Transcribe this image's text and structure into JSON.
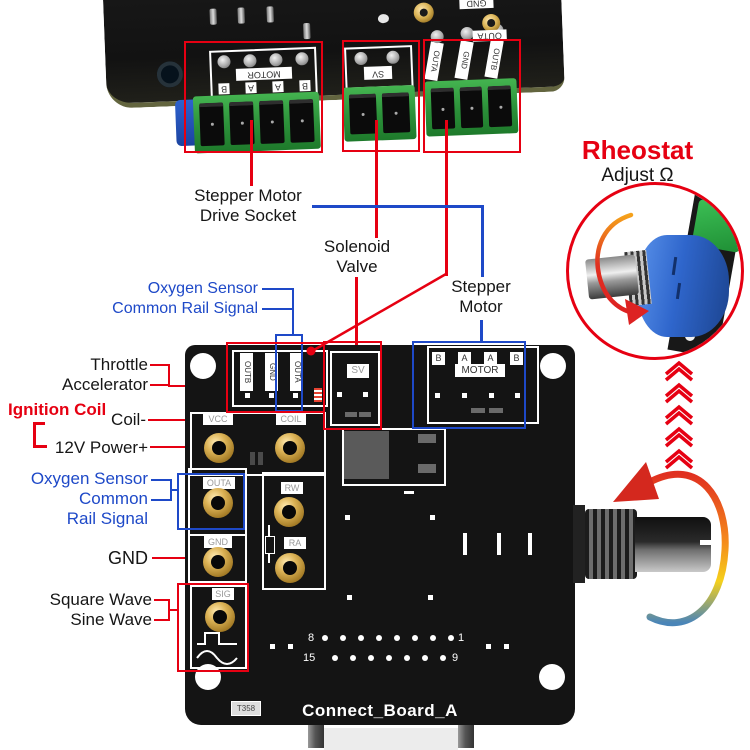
{
  "colors": {
    "red": "#e60012",
    "blue": "#1e49c8",
    "board_black": "#141414",
    "gold": "#c9a44e",
    "green": "#2f9e41"
  },
  "photo": {
    "motor_socket": {
      "silk": "MOTOR",
      "pins": [
        "B",
        "A",
        "A",
        "B"
      ]
    },
    "sv_socket": {
      "silk": "SV"
    },
    "out_socket": {
      "pin_labels": [
        "OUTA",
        "GND",
        "OUTB"
      ]
    },
    "pads": {
      "pad1": "GND",
      "pad2": "OUTA"
    }
  },
  "callouts": {
    "drive_socket": {
      "line1": "Stepper Motor",
      "line2": "Drive Socket"
    },
    "solenoid": {
      "line1": "Solenoid",
      "line2": "Valve"
    },
    "stepper": {
      "line1": "Stepper",
      "line2": "Motor"
    },
    "oxygen_top": {
      "line1": "Oxygen Sensor",
      "line2": "Common Rail Signal"
    },
    "throttle": {
      "line1": "Throttle",
      "line2": "Accelerator"
    },
    "ignition": "Ignition Coil",
    "coil_minus": "Coil-",
    "power": "12V Power+",
    "oxygen_left": {
      "line1": "Oxygen Sensor",
      "line2": "Common",
      "line3": "Rail Signal"
    },
    "gnd": "GND",
    "square": "Square Wave",
    "sine": "Sine Wave"
  },
  "rheostat": {
    "title": "Rheostat",
    "subtitle": "Adjust Ω",
    "chevrons": 5
  },
  "board": {
    "name": "Connect_Board_A",
    "code": "T358",
    "out_header": {
      "labels": [
        "OUTB",
        "GND",
        "OUTA"
      ]
    },
    "sv_block": {
      "label": "SV"
    },
    "motor_block": {
      "label": "MOTOR",
      "pins": [
        "B",
        "A",
        "A",
        "B"
      ]
    },
    "jacks": {
      "vcc": "VCC",
      "coil": "COIL",
      "outa": "OUTA",
      "rw": "RW",
      "gnd": "GND",
      "ra": "RA",
      "sig": "SIG"
    },
    "led_rows": [
      {
        "left": "8",
        "right": "1",
        "count": 8
      },
      {
        "left": "15",
        "right": "9",
        "count": 7
      }
    ]
  }
}
